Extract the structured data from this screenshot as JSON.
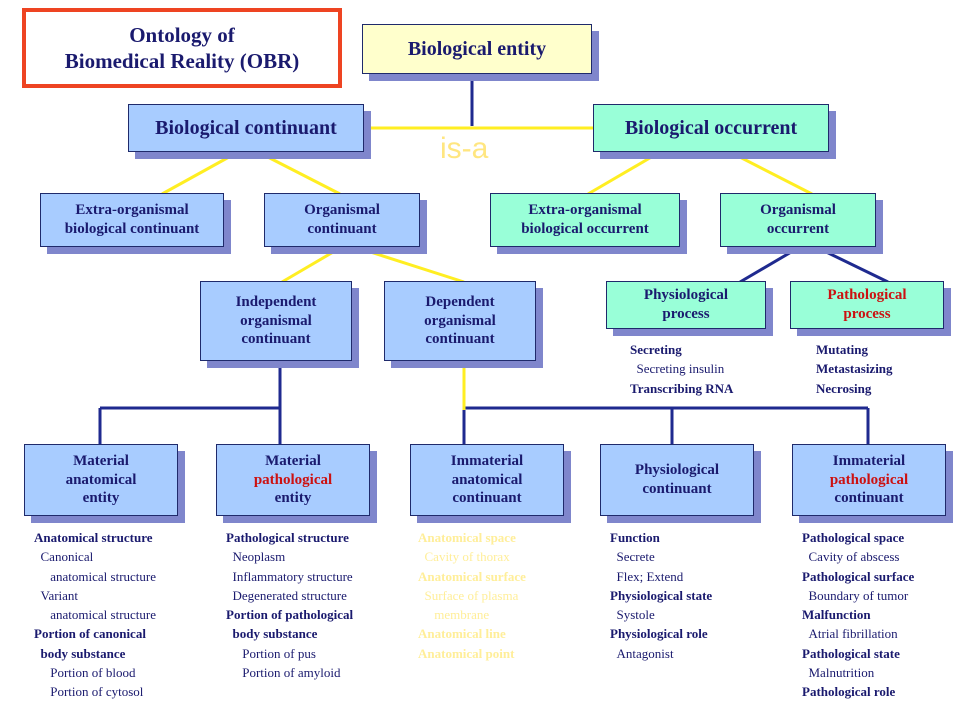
{
  "title": "Ontology of\nBiomedical Reality (OBR)",
  "isa_label": "is-a",
  "nodes": {
    "entity": "Biological entity",
    "continuant": "Biological continuant",
    "occurrent": "Biological occurrent",
    "extra_cont": "Extra-organismal\nbiological continuant",
    "org_cont": "Organismal\ncontinuant",
    "extra_occ": "Extra-organismal\nbiological occurrent",
    "org_occ": "Organismal\noccurrent",
    "indep": "Independent\norganismal\ncontinuant",
    "dep": "Dependent\norganismal\ncontinuant",
    "phys_proc": "Physiological\nprocess",
    "path_proc": "Pathological\nprocess",
    "mat_anat_1": "Material",
    "mat_anat_2": "anatomical",
    "mat_anat_3": "entity",
    "mat_path_1": "Material",
    "mat_path_2": "pathological",
    "mat_path_3": "entity",
    "imm_anat": "Immaterial\nanatomical\ncontinuant",
    "phys_cont": "Physiological\ncontinuant",
    "imm_path_1": "Immaterial",
    "imm_path_2": "pathological",
    "imm_path_3": "continuant"
  },
  "lists": {
    "phys_proc": [
      {
        "text": "Secreting",
        "bold": true
      },
      {
        "text": "  Secreting insulin",
        "bold": false
      },
      {
        "text": "Transcribing RNA",
        "bold": true
      }
    ],
    "path_proc": [
      {
        "text": "Mutating",
        "bold": true
      },
      {
        "text": "Metastasizing",
        "bold": true
      },
      {
        "text": "Necrosing",
        "bold": true
      }
    ],
    "mat_anat": [
      {
        "text": "Anatomical structure",
        "bold": true
      },
      {
        "text": "  Canonical",
        "bold": false
      },
      {
        "text": "     anatomical structure",
        "bold": false
      },
      {
        "text": "  Variant",
        "bold": false
      },
      {
        "text": "     anatomical structure",
        "bold": false
      },
      {
        "text": "Portion of canonical",
        "bold": true
      },
      {
        "text": "  body substance",
        "bold": true
      },
      {
        "text": "     Portion of blood",
        "bold": false
      },
      {
        "text": "     Portion of cytosol",
        "bold": false
      }
    ],
    "mat_path": [
      {
        "text": "Pathological structure",
        "bold": true
      },
      {
        "text": "  Neoplasm",
        "bold": false
      },
      {
        "text": "  Inflammatory structure",
        "bold": false
      },
      {
        "text": "  Degenerated structure",
        "bold": false
      },
      {
        "text": "Portion of pathological",
        "bold": true
      },
      {
        "text": "  body substance",
        "bold": true
      },
      {
        "text": "     Portion of pus",
        "bold": false
      },
      {
        "text": "     Portion of amyloid",
        "bold": false
      }
    ],
    "imm_anat": [
      {
        "text": "Anatomical space",
        "bold": true
      },
      {
        "text": "  Cavity of thorax",
        "bold": false
      },
      {
        "text": "Anatomical surface",
        "bold": true
      },
      {
        "text": "  Surface of plasma",
        "bold": false
      },
      {
        "text": "     membrane",
        "bold": false
      },
      {
        "text": "Anatomical line",
        "bold": true
      },
      {
        "text": "Anatomical point",
        "bold": true
      }
    ],
    "phys_cont": [
      {
        "text": "Function",
        "bold": true
      },
      {
        "text": "  Secrete",
        "bold": false
      },
      {
        "text": "  Flex; Extend",
        "bold": false
      },
      {
        "text": "Physiological state",
        "bold": true
      },
      {
        "text": "  Systole",
        "bold": false
      },
      {
        "text": "Physiological role",
        "bold": true
      },
      {
        "text": "  Antagonist",
        "bold": false
      }
    ],
    "imm_path": [
      {
        "text": "Pathological space",
        "bold": true
      },
      {
        "text": "  Cavity of abscess",
        "bold": false
      },
      {
        "text": "Pathological surface",
        "bold": true
      },
      {
        "text": "  Boundary of tumor",
        "bold": false
      },
      {
        "text": "Malfunction",
        "bold": true
      },
      {
        "text": "  Atrial fibrillation",
        "bold": false
      },
      {
        "text": "Pathological state",
        "bold": true
      },
      {
        "text": "  Malnutrition",
        "bold": false
      },
      {
        "text": "Pathological role",
        "bold": true
      }
    ]
  },
  "colors": {
    "box_blue": "#a8ccff",
    "box_green": "#99ffd8",
    "box_yellow": "#ffffcc",
    "line_navy": "#1f2a8f",
    "line_yellow": "#ffee22",
    "accent_red": "#cc1111",
    "title_border": "#ee4422"
  }
}
